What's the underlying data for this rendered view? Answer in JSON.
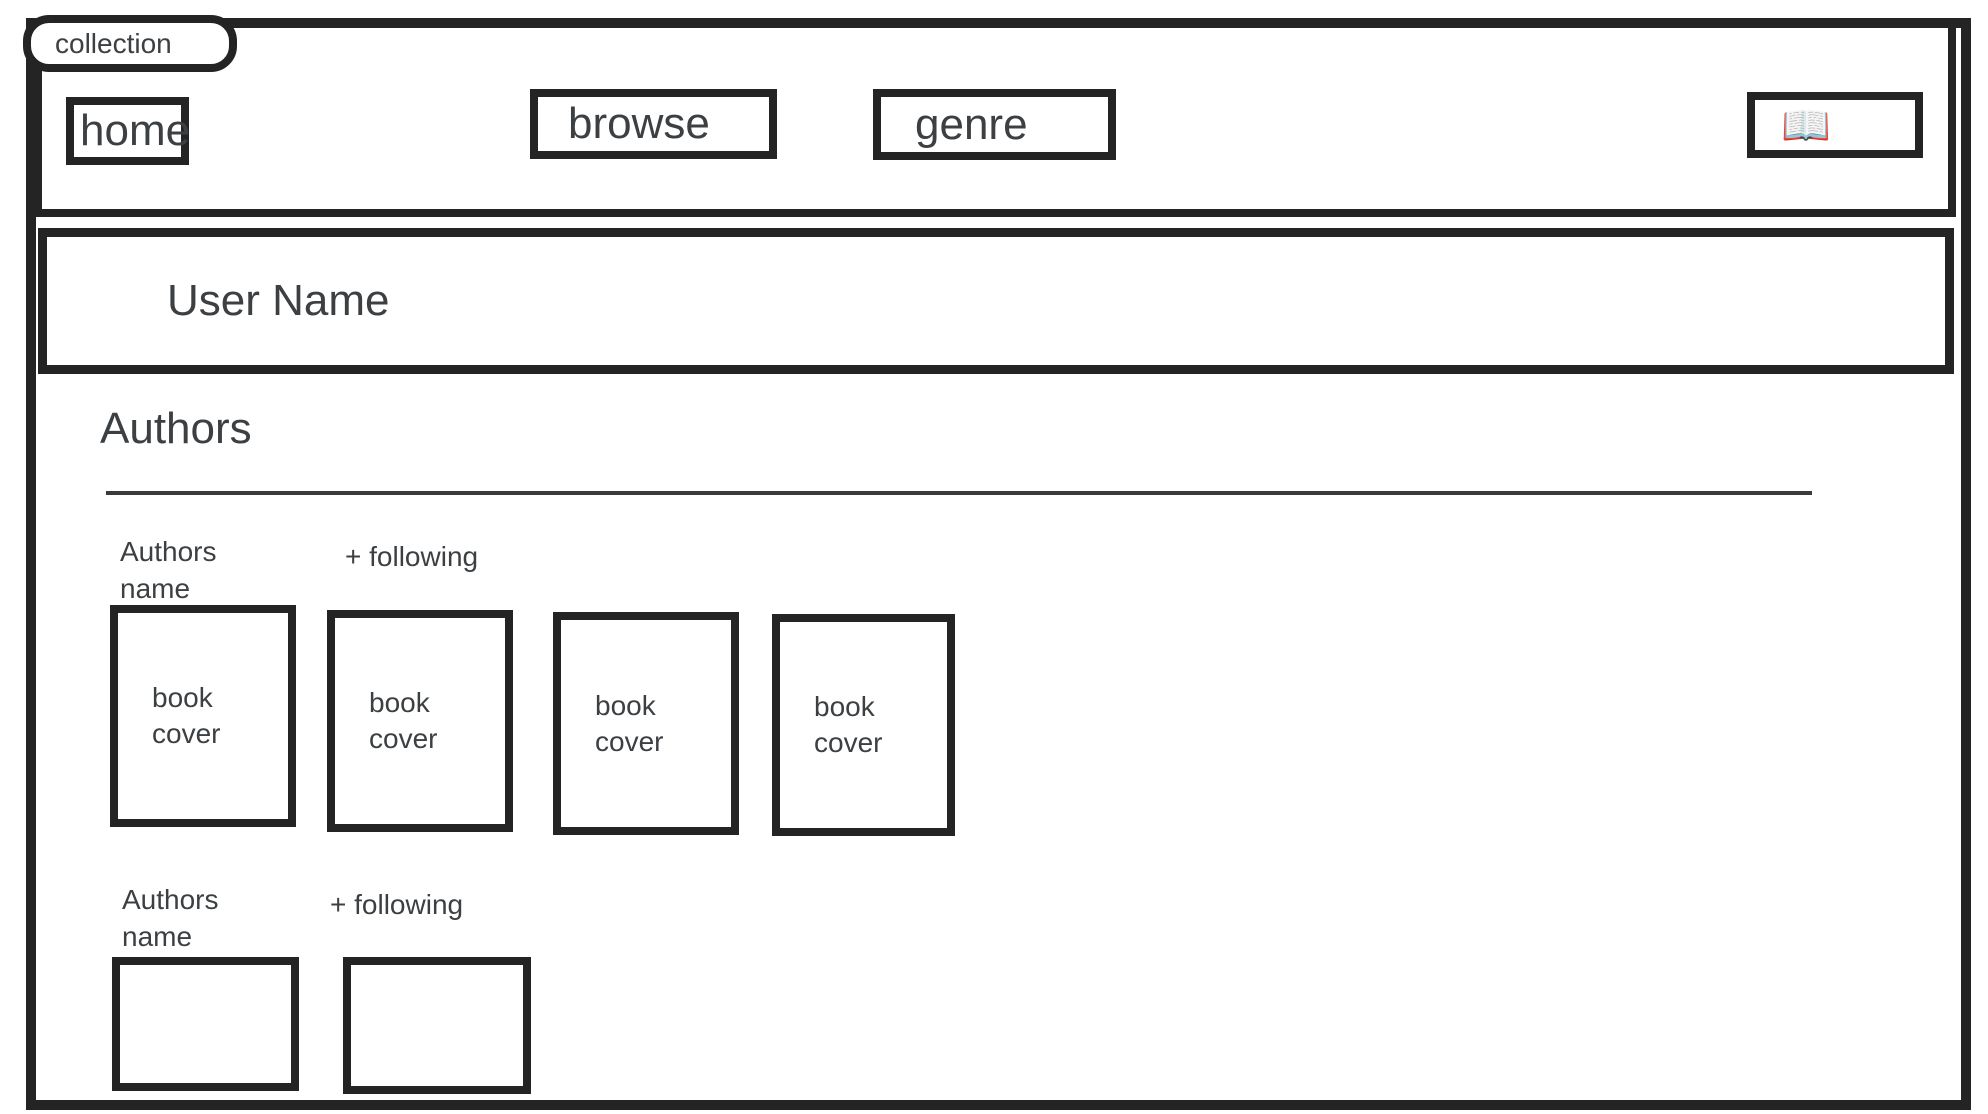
{
  "tab": {
    "label": "collection"
  },
  "navbar": {
    "home_label": "home",
    "browse_label": "browse",
    "genre_label": "genre",
    "book_icon": "📖"
  },
  "user_banner": {
    "name": "User Name"
  },
  "authors_section": {
    "title": "Authors",
    "rows": [
      {
        "author_name": "Authors name",
        "following_label": "+ following",
        "books": [
          {
            "label": "book cover"
          },
          {
            "label": "book cover"
          },
          {
            "label": "book cover"
          },
          {
            "label": "book cover"
          }
        ]
      },
      {
        "author_name": "Authors name",
        "following_label": "+ following",
        "books": [
          {
            "label": ""
          },
          {
            "label": ""
          }
        ]
      }
    ]
  },
  "colors": {
    "border": "#242424",
    "text": "#3c4043",
    "background": "#ffffff",
    "divider": "#3b3b3b"
  }
}
